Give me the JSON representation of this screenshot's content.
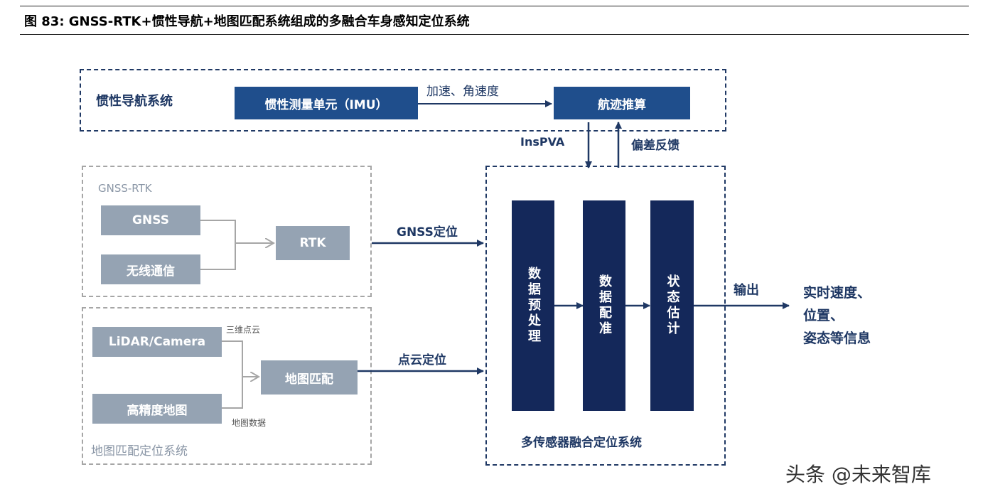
{
  "figure": {
    "title": "图 83:  GNSS-RTK+惯性导航+地图匹配系统组成的多融合车身感知定位系统"
  },
  "inertial": {
    "group_label": "惯性导航系统",
    "imu_label": "惯性测量单元（IMU）",
    "accel_label": "加速、角速度",
    "dead_reckoning_label": "航迹推算",
    "inspva_label": "InsPVA",
    "feedback_label": "偏差反馈"
  },
  "gnss": {
    "group_label": "GNSS-RTK",
    "gnss_label": "GNSS",
    "wireless_label": "无线通信",
    "rtk_label": "RTK",
    "output_label": "GNSS定位"
  },
  "mapmatch": {
    "group_label": "地图匹配定位系统",
    "lidar_label": "LiDAR/Camera",
    "pointcloud3d_label": "三维点云",
    "hdmap_label": "高精度地图",
    "mapdata_label": "地图数据",
    "match_label": "地图匹配",
    "output_label": "点云定位"
  },
  "fusion": {
    "group_label": "多传感器融合定位系统",
    "preprocess_label": "数据预处理",
    "register_label": "数据配准",
    "estimate_label": "状态估计",
    "output_arrow_label": "输出",
    "result_line1": "实时速度、",
    "result_line2": "位置、",
    "result_line3": "姿态等信息"
  },
  "watermark": "头条 @未来智库",
  "colors": {
    "navy": "#1f4e8c",
    "dark_navy": "#14285a",
    "gray_box": "#95a3b3",
    "dash_navy": "#1f3864",
    "dash_gray": "#a6a6a6"
  }
}
